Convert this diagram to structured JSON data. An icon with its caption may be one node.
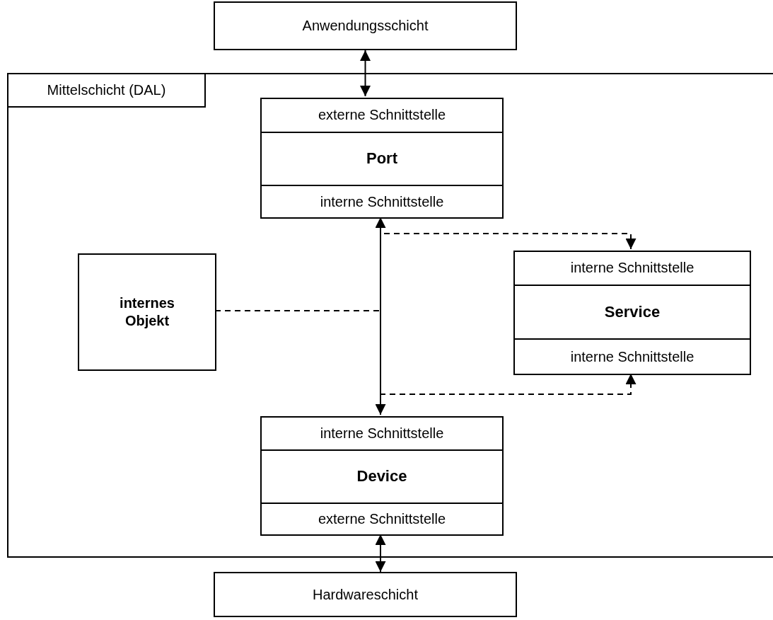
{
  "diagram": {
    "nodes": [
      {
        "text": [
          "Anwendungsschicht"
        ]
      },
      {
        "text": [
          "Mittelschicht (DAL)"
        ]
      },
      {
        "text": [
          "externe Schnittstelle",
          "Port",
          "interne Schnittstelle"
        ],
        "in": 1
      },
      {
        "text": [
          "internes Objekt"
        ],
        "in": 1
      },
      {
        "text": [
          "interne Schnittstelle",
          "Service",
          "interne Schnittstelle"
        ],
        "in": 1
      },
      {
        "text": [
          "interne Schnittstelle",
          "Device",
          "externe Schnittstelle"
        ],
        "in": 1
      },
      {
        "text": [
          "Hardwareschicht"
        ]
      }
    ],
    "edges": [
      {
        "from": 0,
        "to": 2,
        "arrow": "both"
      },
      {
        "from": 2,
        "to": 5,
        "arrow": "both"
      },
      {
        "from": 3,
        "to": null,
        "arrow": "none",
        "style": "dashed"
      },
      {
        "from": 2,
        "to": 4,
        "arrow": "to",
        "style": "dashed"
      },
      {
        "from": 5,
        "to": 4,
        "arrow": "to",
        "style": "dashed"
      },
      {
        "from": 5,
        "to": 6,
        "arrow": "both"
      }
    ]
  }
}
